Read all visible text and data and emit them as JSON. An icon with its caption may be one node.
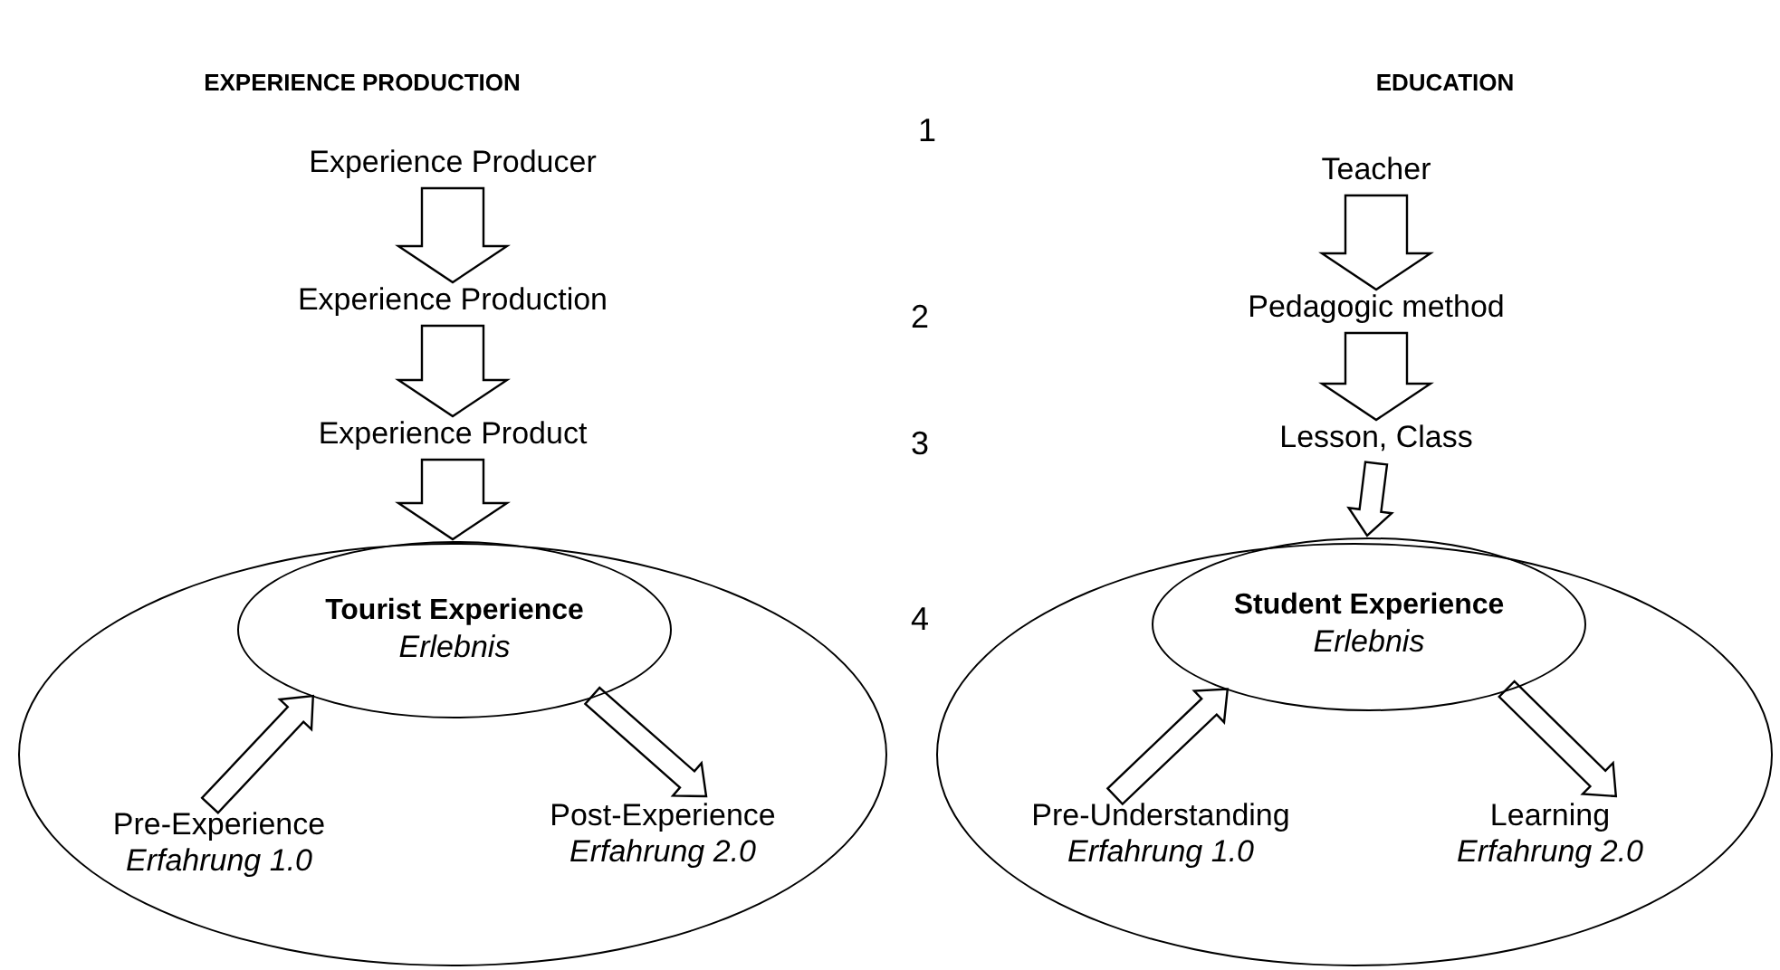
{
  "diagram": {
    "nodes": [
      {
        "text": [
          "Experience Producer"
        ]
      },
      {
        "text": [
          "Experience Production"
        ]
      },
      {
        "text": [
          "Experience Product"
        ]
      },
      {
        "text": [],
        "shape": "ellipse"
      },
      {
        "text": [
          "Tourist Experience",
          "Erlebnis"
        ],
        "in": 3
      },
      {
        "text": [
          "Pre-Experience",
          "Erfahrung 1.0"
        ],
        "in": 3
      },
      {
        "text": [
          "Post-Experience",
          "Erfahrung 2.0"
        ],
        "in": 3
      },
      {
        "text": [
          "Teacher"
        ]
      },
      {
        "text": [
          "Pedagogic method"
        ]
      },
      {
        "text": [
          "Lesson, Class"
        ]
      },
      {
        "text": [],
        "shape": "ellipse"
      },
      {
        "text": [
          "Student Experience",
          "Erlebnis"
        ],
        "in": 10
      },
      {
        "text": [
          "Pre-Understanding",
          "Erfahrung 1.0"
        ],
        "in": 10
      },
      {
        "text": [
          "Learning",
          "Erfahrung 2.0"
        ],
        "in": 10
      }
    ],
    "edges": [
      {
        "from": 0,
        "to": 1,
        "arrow": "to"
      },
      {
        "from": 1,
        "to": 2,
        "arrow": "to"
      },
      {
        "from": 2,
        "to": 4,
        "arrow": "to"
      },
      {
        "from": 5,
        "to": 4,
        "arrow": "to"
      },
      {
        "from": 4,
        "to": 6,
        "arrow": "to"
      },
      {
        "from": 7,
        "to": 8,
        "arrow": "to"
      },
      {
        "from": 8,
        "to": 9,
        "arrow": "to"
      },
      {
        "from": 9,
        "to": 11,
        "arrow": "to"
      },
      {
        "from": 12,
        "to": 11,
        "arrow": "to"
      },
      {
        "from": 11,
        "to": 13,
        "arrow": "to"
      }
    ],
    "labels": [
      "EXPERIENCE PRODUCTION",
      "EDUCATION",
      "1",
      "2",
      "3",
      "4"
    ]
  }
}
